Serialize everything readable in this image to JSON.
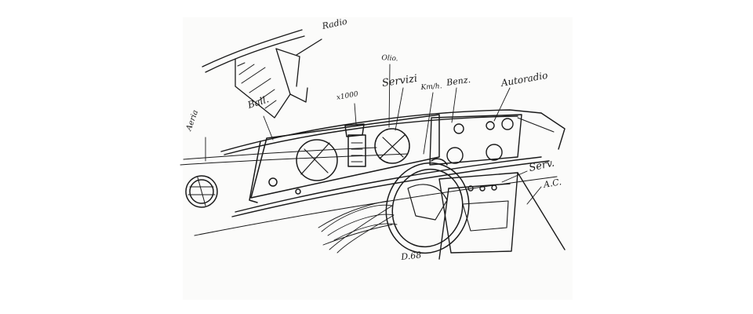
{
  "image": {
    "background_color": "#ffffff",
    "paper_color": "#fbfbfa",
    "ink_color": "#1a1a1a"
  },
  "annotations": {
    "radio": "Radio",
    "ball": "Ball.",
    "aeria": "Aeria",
    "x1000": "x1000",
    "olio": "Olio.",
    "servizi": "Servizi",
    "kmh": "Km/h.",
    "benz": "Benz.",
    "autoradio": "Autoradio",
    "serv": "Serv.",
    "ac": "A.C.",
    "signature": "D.68"
  }
}
